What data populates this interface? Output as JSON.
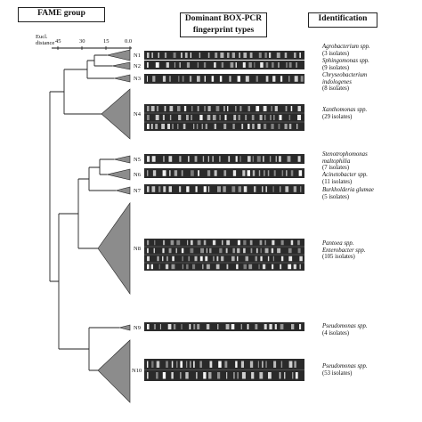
{
  "headers": {
    "fame": "FAME group",
    "box_line1": "Dominant BOX-PCR",
    "box_line2": "fingerprint types",
    "identification": "Identification"
  },
  "axis": {
    "label_line1": "Eucl.",
    "label_line2": "distance",
    "ticks": [
      "45",
      "30",
      "15",
      "0.0"
    ]
  },
  "groups": [
    {
      "node": "N1",
      "species": "Agrobacterium spp.",
      "count": "(3 isolates)"
    },
    {
      "node": "N2",
      "species": "Sphingomonas spp.",
      "count": "(9 isolates)"
    },
    {
      "node": "N3",
      "species": "Chryseobacterium indologenes",
      "count": "(8 isolates)"
    },
    {
      "node": "N4",
      "species": "Xanthomonas spp.",
      "count": "(29 isolates)"
    },
    {
      "node": "N5",
      "species": "Stenotrophomonas maltophilia",
      "count": "(7 isolates)"
    },
    {
      "node": "N6",
      "species": "Acinetobacter spp.",
      "count": "(11 isolates)"
    },
    {
      "node": "N7",
      "species": "Burkholderia glumae",
      "count": "(5 isolates)"
    },
    {
      "node": "N8",
      "species": "Pantoea spp. Enterobacter spp.",
      "count": "(105 isolates)"
    },
    {
      "node": "N9",
      "species": "Pseudomonas spp.",
      "count": "(4 isolates)"
    },
    {
      "node": "N10",
      "species": "Pseudomonas spp.",
      "count": "(53 isolates)"
    }
  ]
}
